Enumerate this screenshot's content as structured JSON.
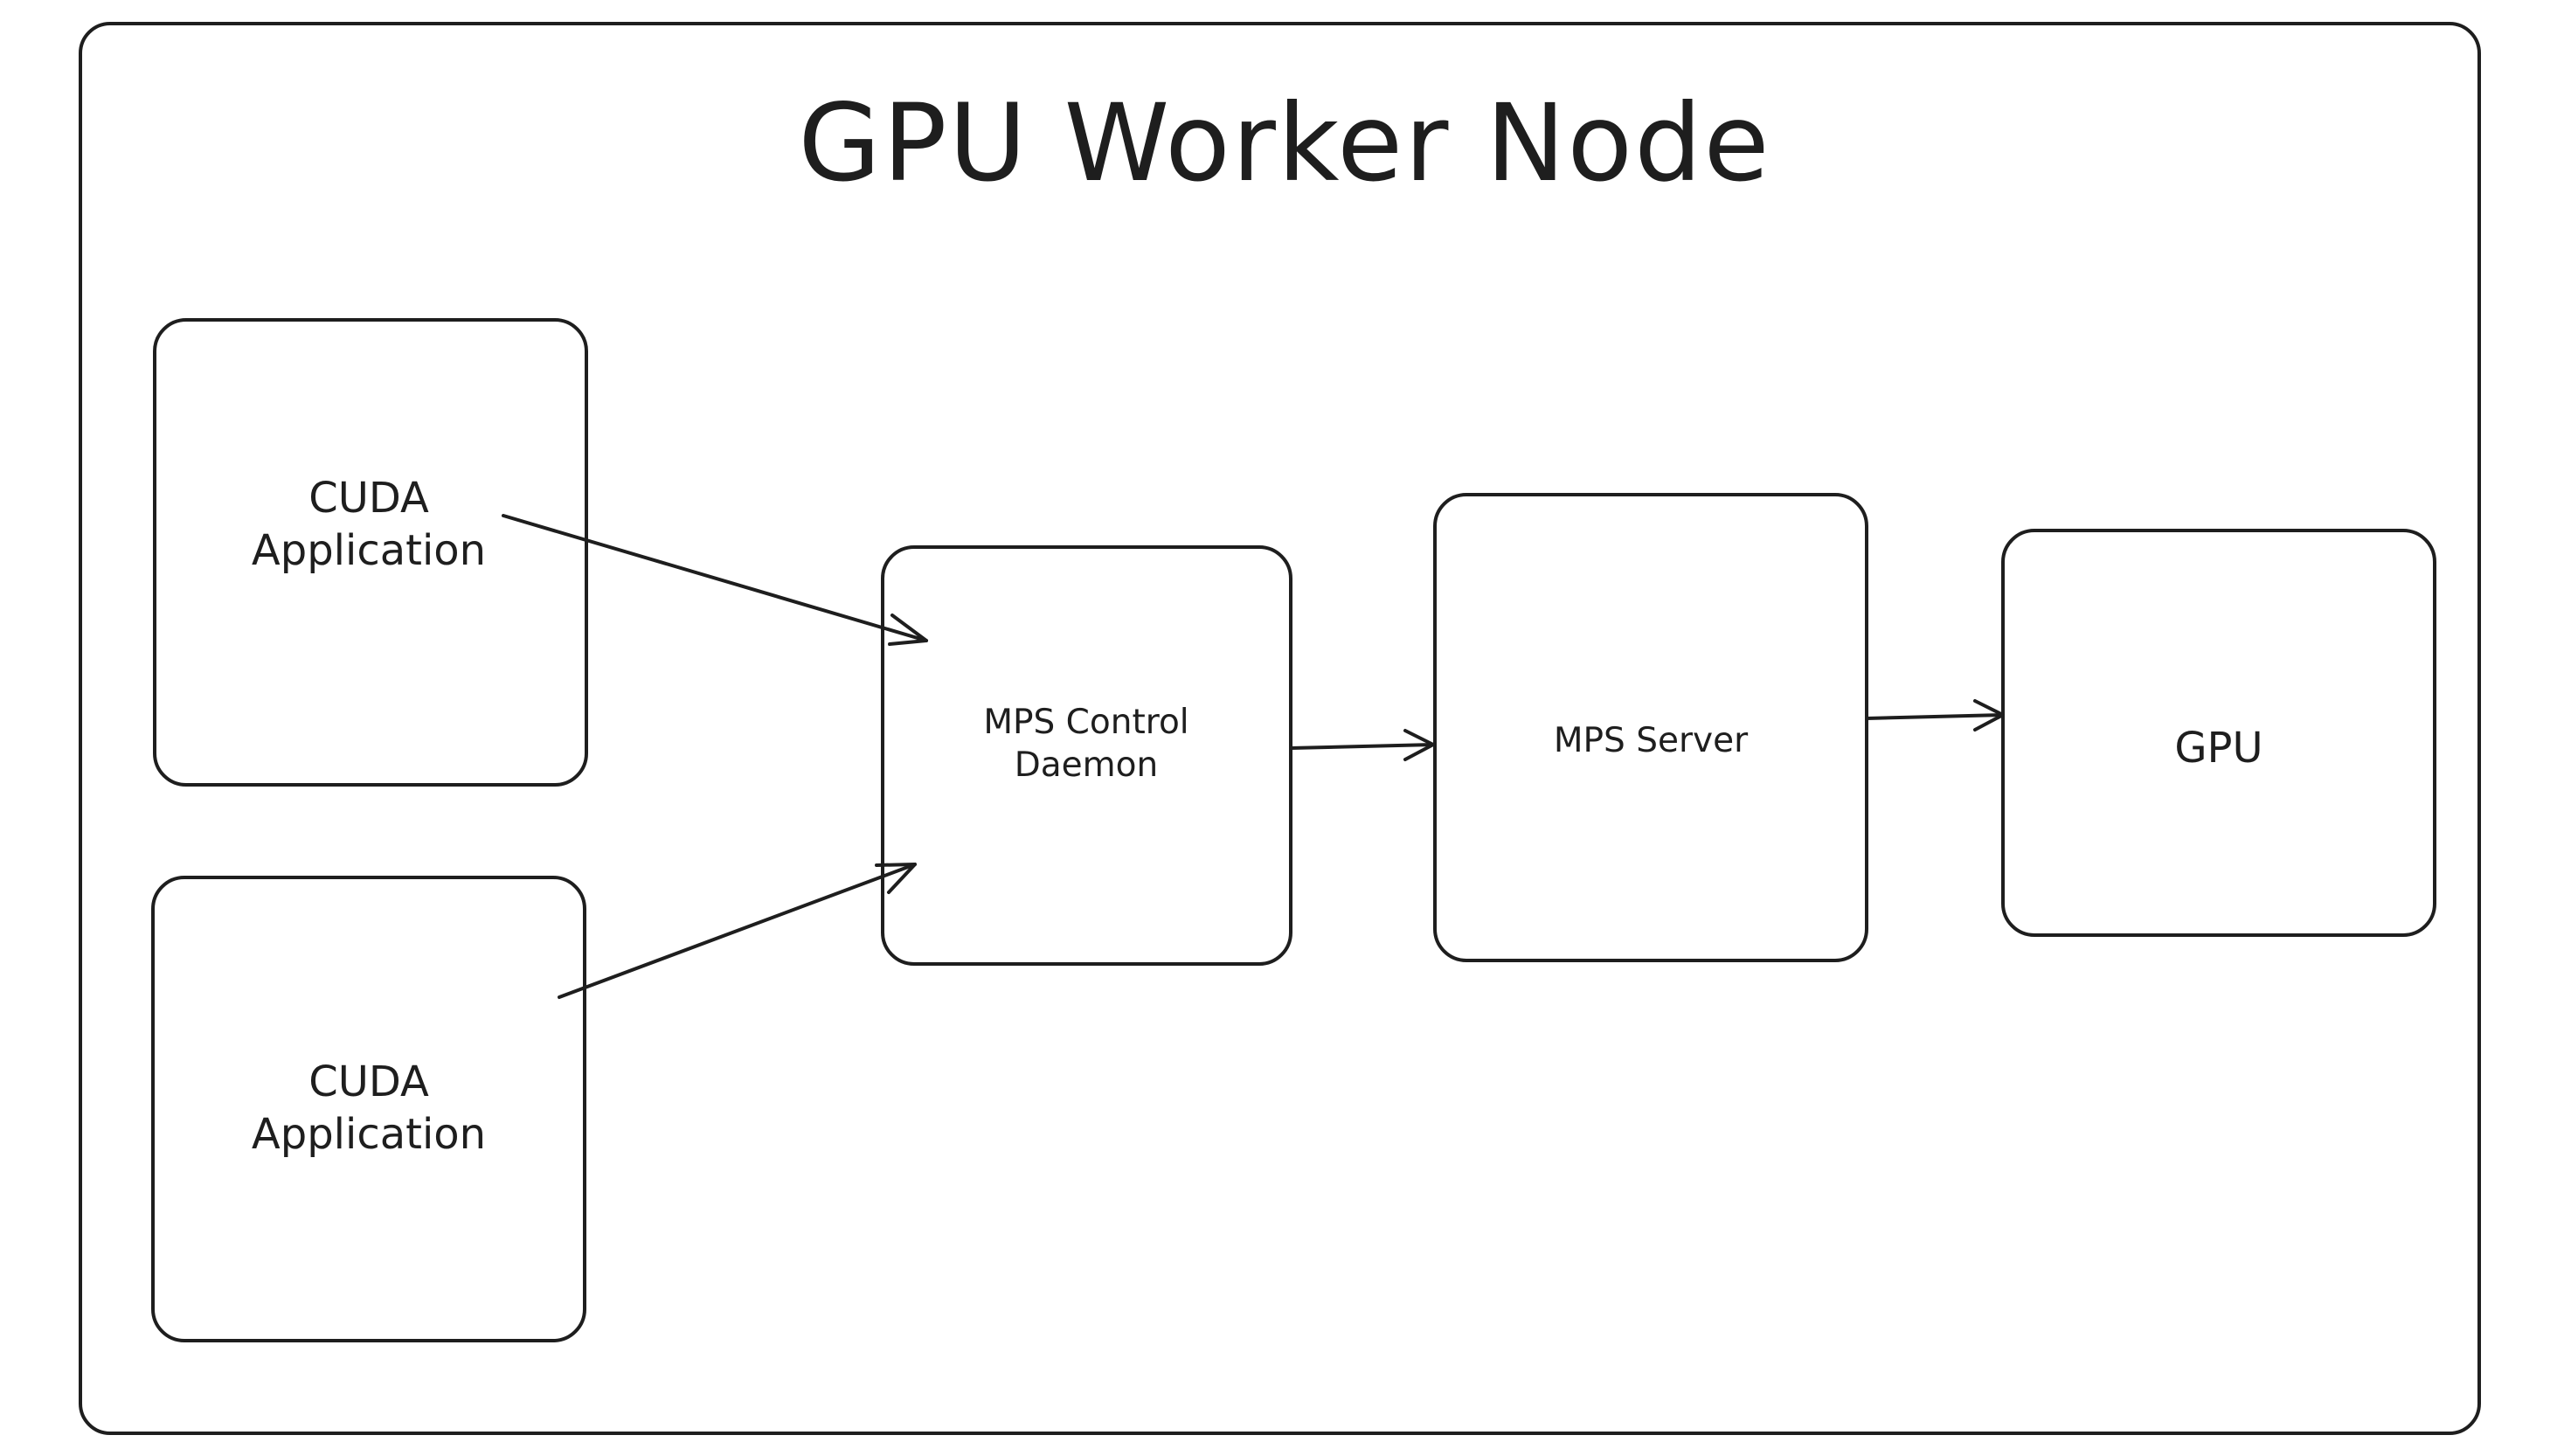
{
  "diagram": {
    "title": "GPU Worker Node",
    "nodes": {
      "cuda_app_1": {
        "label": "CUDA\nApplication"
      },
      "cuda_app_2": {
        "label": "CUDA\nApplication"
      },
      "mps_control_daemon": {
        "label": "MPS Control\nDaemon"
      },
      "mps_server": {
        "label": "MPS Server"
      },
      "gpu": {
        "label": "GPU"
      }
    },
    "edges": [
      {
        "from": "cuda_app_1",
        "to": "mps_control_daemon"
      },
      {
        "from": "cuda_app_2",
        "to": "mps_control_daemon"
      },
      {
        "from": "mps_control_daemon",
        "to": "mps_server"
      },
      {
        "from": "mps_server",
        "to": "gpu"
      }
    ],
    "colors": {
      "stroke": "#1e1e1e",
      "background": "#ffffff"
    }
  }
}
